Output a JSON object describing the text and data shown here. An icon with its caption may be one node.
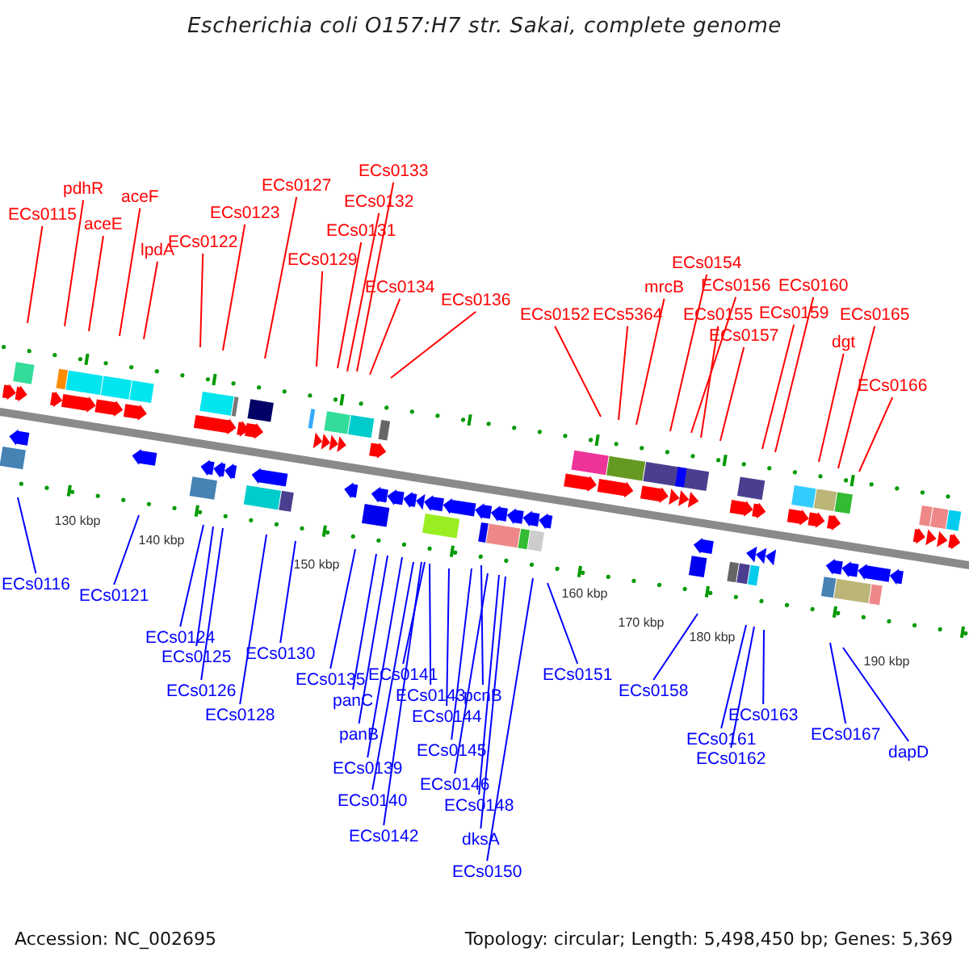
{
  "diagram": {
    "title": "Escherichia coli O157:H7 str. Sakai, complete genome",
    "nodes": [
      {
        "text": [
          "ECs0115"
        ]
      },
      {
        "text": [
          "pdhR"
        ]
      },
      {
        "text": [
          "aceE"
        ]
      },
      {
        "text": [
          "aceF"
        ]
      },
      {
        "text": [
          "lpdA"
        ]
      },
      {
        "text": [
          "ECs0122"
        ]
      },
      {
        "text": [
          "ECs0123"
        ]
      },
      {
        "text": [
          "ECs0127"
        ]
      },
      {
        "text": [
          "ECs0129"
        ]
      },
      {
        "text": [
          "ECs0131"
        ]
      },
      {
        "text": [
          "ECs0132"
        ]
      },
      {
        "text": [
          "ECs0133"
        ]
      },
      {
        "text": [
          "ECs0134"
        ]
      },
      {
        "text": [
          "ECs0136"
        ]
      },
      {
        "text": [
          "ECs0152"
        ]
      },
      {
        "text": [
          "ECs5364"
        ]
      },
      {
        "text": [
          "mrcB"
        ]
      },
      {
        "text": [
          "ECs0154"
        ]
      },
      {
        "text": [
          "ECs0156"
        ]
      },
      {
        "text": [
          "ECs0155"
        ]
      },
      {
        "text": [
          "ECs0157"
        ]
      },
      {
        "text": [
          "ECs0159"
        ]
      },
      {
        "text": [
          "ECs0160"
        ]
      },
      {
        "text": [
          "ECs0165"
        ]
      },
      {
        "text": [
          "dgt"
        ]
      },
      {
        "text": [
          "ECs0166"
        ]
      },
      {
        "text": [
          "ECs0116"
        ]
      },
      {
        "text": [
          "ECs0121"
        ]
      },
      {
        "text": [
          "ECs0124"
        ]
      },
      {
        "text": [
          "ECs0125"
        ]
      },
      {
        "text": [
          "ECs0126"
        ]
      },
      {
        "text": [
          "ECs0128"
        ]
      },
      {
        "text": [
          "ECs0130"
        ]
      },
      {
        "text": [
          "ECs0135"
        ]
      },
      {
        "text": [
          "panC"
        ]
      },
      {
        "text": [
          "panB"
        ]
      },
      {
        "text": [
          "ECs0139"
        ]
      },
      {
        "text": [
          "ECs0140"
        ]
      },
      {
        "text": [
          "ECs0142"
        ]
      },
      {
        "text": [
          "ECs0141"
        ]
      },
      {
        "text": [
          "ECs0143"
        ]
      },
      {
        "text": [
          "ECs0144"
        ]
      },
      {
        "text": [
          "pcnB"
        ]
      },
      {
        "text": [
          "ECs0145"
        ]
      },
      {
        "text": [
          "ECs0146"
        ]
      },
      {
        "text": [
          "ECs0148"
        ]
      },
      {
        "text": [
          "dksA"
        ]
      },
      {
        "text": [
          "ECs0150"
        ]
      },
      {
        "text": [
          "ECs0151"
        ]
      },
      {
        "text": [
          "ECs0158"
        ]
      },
      {
        "text": [
          "ECs0161"
        ]
      },
      {
        "text": [
          "ECs0162"
        ]
      },
      {
        "text": [
          "ECs0163"
        ]
      },
      {
        "text": [
          "ECs0167"
        ]
      },
      {
        "text": [
          "dapD"
        ]
      }
    ],
    "edges": [
      {
        "from": 0,
        "to": null,
        "arrow": "none",
        "color": "#ff0000"
      },
      {
        "from": 1,
        "to": null,
        "arrow": "none",
        "color": "#ff0000"
      },
      {
        "from": 2,
        "to": null,
        "arrow": "none",
        "color": "#ff0000"
      },
      {
        "from": 3,
        "to": null,
        "arrow": "none",
        "color": "#ff0000"
      },
      {
        "from": 4,
        "to": null,
        "arrow": "none",
        "color": "#ff0000"
      },
      {
        "from": 5,
        "to": null,
        "arrow": "none",
        "color": "#ff0000"
      },
      {
        "from": 6,
        "to": null,
        "arrow": "none",
        "color": "#ff0000"
      },
      {
        "from": 7,
        "to": null,
        "arrow": "none",
        "color": "#ff0000"
      },
      {
        "from": 8,
        "to": null,
        "arrow": "none",
        "color": "#ff0000"
      },
      {
        "from": 9,
        "to": null,
        "arrow": "none",
        "color": "#ff0000"
      },
      {
        "from": 10,
        "to": null,
        "arrow": "none",
        "color": "#ff0000"
      },
      {
        "from": 11,
        "to": null,
        "arrow": "none",
        "color": "#ff0000"
      },
      {
        "from": 12,
        "to": null,
        "arrow": "none",
        "color": "#ff0000"
      },
      {
        "from": 13,
        "to": null,
        "arrow": "none",
        "color": "#ff0000"
      },
      {
        "from": 14,
        "to": null,
        "arrow": "none",
        "color": "#ff0000"
      },
      {
        "from": 15,
        "to": null,
        "arrow": "none",
        "color": "#ff0000"
      },
      {
        "from": 16,
        "to": null,
        "arrow": "none",
        "color": "#ff0000"
      },
      {
        "from": 17,
        "to": null,
        "arrow": "none",
        "color": "#ff0000"
      },
      {
        "from": 18,
        "to": null,
        "arrow": "none",
        "color": "#ff0000"
      },
      {
        "from": 19,
        "to": null,
        "arrow": "none",
        "color": "#ff0000"
      },
      {
        "from": 20,
        "to": null,
        "arrow": "none",
        "color": "#ff0000"
      },
      {
        "from": 21,
        "to": null,
        "arrow": "none",
        "color": "#ff0000"
      },
      {
        "from": 22,
        "to": null,
        "arrow": "none",
        "color": "#ff0000"
      },
      {
        "from": 23,
        "to": null,
        "arrow": "none",
        "color": "#ff0000"
      },
      {
        "from": 24,
        "to": null,
        "arrow": "none",
        "color": "#ff0000"
      },
      {
        "from": 25,
        "to": null,
        "arrow": "none",
        "color": "#ff0000"
      },
      {
        "from": 26,
        "to": null,
        "arrow": "none"
      },
      {
        "from": 27,
        "to": null,
        "arrow": "none"
      },
      {
        "from": 28,
        "to": null,
        "arrow": "none"
      },
      {
        "from": 29,
        "to": null,
        "arrow": "none"
      },
      {
        "from": 30,
        "to": null,
        "arrow": "none"
      },
      {
        "from": 31,
        "to": null,
        "arrow": "none"
      },
      {
        "from": 32,
        "to": null,
        "arrow": "none"
      },
      {
        "from": 33,
        "to": null,
        "arrow": "none"
      },
      {
        "from": 34,
        "to": null,
        "arrow": "none"
      },
      {
        "from": 35,
        "to": null,
        "arrow": "none"
      },
      {
        "from": 36,
        "to": null,
        "arrow": "none"
      },
      {
        "from": 37,
        "to": null,
        "arrow": "none"
      },
      {
        "from": 38,
        "to": null,
        "arrow": "none"
      },
      {
        "from": 39,
        "to": null,
        "arrow": "none"
      },
      {
        "from": 40,
        "to": null,
        "arrow": "none"
      },
      {
        "from": 41,
        "to": null,
        "arrow": "none"
      },
      {
        "from": 42,
        "to": null,
        "arrow": "none"
      },
      {
        "from": 43,
        "to": null,
        "arrow": "none"
      },
      {
        "from": 44,
        "to": null,
        "arrow": "none"
      },
      {
        "from": 45,
        "to": null,
        "arrow": "none"
      },
      {
        "from": 46,
        "to": null,
        "arrow": "none"
      },
      {
        "from": 47,
        "to": null,
        "arrow": "none"
      },
      {
        "from": 48,
        "to": null,
        "arrow": "none"
      },
      {
        "from": 49,
        "to": null,
        "arrow": "none"
      },
      {
        "from": 50,
        "to": null,
        "arrow": "none"
      },
      {
        "from": 51,
        "to": null,
        "arrow": "none"
      },
      {
        "from": 52,
        "to": null,
        "arrow": "none"
      },
      {
        "from": 53,
        "to": null,
        "arrow": "none"
      },
      {
        "from": 54,
        "to": null,
        "arrow": "none"
      }
    ],
    "labels": [
      "130 kbp",
      "140 kbp",
      "150 kbp",
      "160 kbp",
      "170 kbp",
      "180 kbp",
      "190 kbp",
      "Accession: NC_002695",
      "Topology: circular; Length: 5,498,450 bp; Genes: 5,369"
    ]
  }
}
